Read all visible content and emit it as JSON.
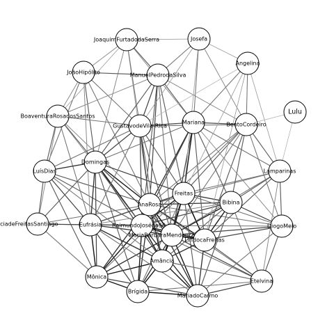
{
  "graph": {
    "colors": {
      "background": "#ffffff",
      "node_fill": "#ffffff",
      "node_stroke": "#000000",
      "edge_dark": "#000000",
      "edge_light": "#dddddd"
    },
    "nodes": [
      {
        "id": "joaquim",
        "label": "JoaquimFurtadodaSerra"
      },
      {
        "id": "josefa",
        "label": "Josefa"
      },
      {
        "id": "angelina",
        "label": "Angelina"
      },
      {
        "id": "joaohipolito",
        "label": "JoãoHipólito"
      },
      {
        "id": "manuel",
        "label": "ManuelPedrodaSilva"
      },
      {
        "id": "lulu",
        "label": "Lulu"
      },
      {
        "id": "boaventura",
        "label": "BoaventuraRosadosSantos"
      },
      {
        "id": "gustavo",
        "label": "GustavodeVila-Rica"
      },
      {
        "id": "mariana",
        "label": "Mariana"
      },
      {
        "id": "bento",
        "label": "BentoCordeiro"
      },
      {
        "id": "domingas",
        "label": "Domingas"
      },
      {
        "id": "luisdias",
        "label": "LuísDias"
      },
      {
        "id": "lamparinas",
        "label": "Lamparinas"
      },
      {
        "id": "freitas",
        "label": "Freitas"
      },
      {
        "id": "anarosa",
        "label": "AnaRosa"
      },
      {
        "id": "bibina",
        "label": "Bibina"
      },
      {
        "id": "dmaria",
        "label": "D.MariaVitóriaInocênciadeFreitasSantiago"
      },
      {
        "id": "eufrasia",
        "label": "Eufrásia"
      },
      {
        "id": "raimundo",
        "label": "RaimundoJosédaSilva"
      },
      {
        "id": "mariabarbara",
        "label": "MariaBárbaraMendonçadeMelo"
      },
      {
        "id": "diogo",
        "label": "DiogoMelo"
      },
      {
        "id": "lindoca",
        "label": "LindocaFreitas"
      },
      {
        "id": "amancia",
        "label": "Amância"
      },
      {
        "id": "monica",
        "label": "Mônica"
      },
      {
        "id": "etelvina",
        "label": "Etelvina"
      },
      {
        "id": "brigida",
        "label": "Brígida"
      },
      {
        "id": "mariadocarmo",
        "label": "MariadoCarmo"
      }
    ],
    "edges": [
      [
        "anarosa",
        "freitas",
        1.0
      ],
      [
        "anarosa",
        "raimundo",
        1.0
      ],
      [
        "anarosa",
        "mariabarbara",
        1.0
      ],
      [
        "anarosa",
        "lindoca",
        0.9
      ],
      [
        "anarosa",
        "bibina",
        0.8
      ],
      [
        "anarosa",
        "amancia",
        0.9
      ],
      [
        "anarosa",
        "eufrasia",
        0.8
      ],
      [
        "anarosa",
        "domingas",
        0.9
      ],
      [
        "anarosa",
        "monica",
        0.8
      ],
      [
        "anarosa",
        "brigida",
        0.8
      ],
      [
        "anarosa",
        "mariadocarmo",
        0.8
      ],
      [
        "anarosa",
        "mariana",
        0.8
      ],
      [
        "anarosa",
        "gustavo",
        0.8
      ],
      [
        "anarosa",
        "manuel",
        0.7
      ],
      [
        "anarosa",
        "bento",
        0.5
      ],
      [
        "anarosa",
        "luisdias",
        0.6
      ],
      [
        "anarosa",
        "diogo",
        0.5
      ],
      [
        "anarosa",
        "lamparinas",
        0.5
      ],
      [
        "anarosa",
        "dmaria",
        0.5
      ],
      [
        "anarosa",
        "etelvina",
        0.5
      ],
      [
        "anarosa",
        "boaventura",
        0.4
      ],
      [
        "anarosa",
        "joaohipolito",
        0.5
      ],
      [
        "anarosa",
        "joaquim",
        0.3
      ],
      [
        "freitas",
        "raimundo",
        0.9
      ],
      [
        "freitas",
        "mariabarbara",
        0.9
      ],
      [
        "freitas",
        "lindoca",
        1.0
      ],
      [
        "freitas",
        "bibina",
        0.8
      ],
      [
        "freitas",
        "amancia",
        0.8
      ],
      [
        "freitas",
        "mariana",
        0.9
      ],
      [
        "freitas",
        "gustavo",
        0.6
      ],
      [
        "freitas",
        "bento",
        0.6
      ],
      [
        "freitas",
        "domingas",
        0.7
      ],
      [
        "freitas",
        "diogo",
        0.5
      ],
      [
        "freitas",
        "lamparinas",
        0.5
      ],
      [
        "freitas",
        "mariadocarmo",
        0.6
      ],
      [
        "freitas",
        "brigida",
        0.5
      ],
      [
        "freitas",
        "monica",
        0.5
      ],
      [
        "freitas",
        "eufrasia",
        0.6
      ],
      [
        "freitas",
        "manuel",
        0.6
      ],
      [
        "raimundo",
        "mariabarbara",
        1.0
      ],
      [
        "raimundo",
        "lindoca",
        0.9
      ],
      [
        "raimundo",
        "amancia",
        0.9
      ],
      [
        "raimundo",
        "eufrasia",
        0.9
      ],
      [
        "raimundo",
        "domingas",
        0.9
      ],
      [
        "raimundo",
        "monica",
        0.9
      ],
      [
        "raimundo",
        "brigida",
        0.9
      ],
      [
        "raimundo",
        "mariadocarmo",
        0.8
      ],
      [
        "raimundo",
        "bibina",
        0.7
      ],
      [
        "raimundo",
        "gustavo",
        0.7
      ],
      [
        "raimundo",
        "mariana",
        0.7
      ],
      [
        "raimundo",
        "manuel",
        0.6
      ],
      [
        "raimundo",
        "luisdias",
        0.6
      ],
      [
        "raimundo",
        "dmaria",
        0.5
      ],
      [
        "raimundo",
        "diogo",
        0.5
      ],
      [
        "raimundo",
        "etelvina",
        0.5
      ],
      [
        "raimundo",
        "bento",
        0.5
      ],
      [
        "raimundo",
        "boaventura",
        0.4
      ],
      [
        "mariabarbara",
        "lindoca",
        1.0
      ],
      [
        "mariabarbara",
        "amancia",
        0.9
      ],
      [
        "mariabarbara",
        "bibina",
        0.9
      ],
      [
        "mariabarbara",
        "mariadocarmo",
        0.9
      ],
      [
        "mariabarbara",
        "brigida",
        0.8
      ],
      [
        "mariabarbara",
        "monica",
        0.8
      ],
      [
        "mariabarbara",
        "eufrasia",
        0.8
      ],
      [
        "mariabarbara",
        "etelvina",
        0.7
      ],
      [
        "mariabarbara",
        "diogo",
        0.7
      ],
      [
        "mariabarbara",
        "mariana",
        0.7
      ],
      [
        "mariabarbara",
        "domingas",
        0.7
      ],
      [
        "mariabarbara",
        "gustavo",
        0.6
      ],
      [
        "mariabarbara",
        "bento",
        0.5
      ],
      [
        "mariabarbara",
        "lamparinas",
        0.5
      ],
      [
        "mariabarbara",
        "manuel",
        0.5
      ],
      [
        "lindoca",
        "bibina",
        0.9
      ],
      [
        "lindoca",
        "amancia",
        0.8
      ],
      [
        "lindoca",
        "mariadocarmo",
        0.8
      ],
      [
        "lindoca",
        "diogo",
        0.7
      ],
      [
        "lindoca",
        "etelvina",
        0.6
      ],
      [
        "lindoca",
        "lamparinas",
        0.6
      ],
      [
        "lindoca",
        "bento",
        0.6
      ],
      [
        "lindoca",
        "mariana",
        0.6
      ],
      [
        "bibina",
        "diogo",
        0.7
      ],
      [
        "bibina",
        "lamparinas",
        0.6
      ],
      [
        "bibina",
        "bento",
        0.6
      ],
      [
        "bibina",
        "mariana",
        0.6
      ],
      [
        "bibina",
        "amancia",
        0.6
      ],
      [
        "bibina",
        "mariadocarmo",
        0.6
      ],
      [
        "bibina",
        "etelvina",
        0.5
      ],
      [
        "bibina",
        "eufrasia",
        0.4
      ],
      [
        "amancia",
        "monica",
        0.9
      ],
      [
        "amancia",
        "brigida",
        0.9
      ],
      [
        "amancia",
        "mariadocarmo",
        0.9
      ],
      [
        "amancia",
        "eufrasia",
        0.8
      ],
      [
        "amancia",
        "etelvina",
        0.6
      ],
      [
        "amancia",
        "domingas",
        0.7
      ],
      [
        "amancia",
        "luisdias",
        0.5
      ],
      [
        "amancia",
        "gustavo",
        0.5
      ],
      [
        "monica",
        "brigida",
        0.9
      ],
      [
        "monica",
        "eufrasia",
        0.9
      ],
      [
        "monica",
        "mariadocarmo",
        0.7
      ],
      [
        "monica",
        "domingas",
        0.7
      ],
      [
        "monica",
        "luisdias",
        0.6
      ],
      [
        "monica",
        "dmaria",
        0.6
      ],
      [
        "brigida",
        "mariadocarmo",
        0.9
      ],
      [
        "brigida",
        "eufrasia",
        0.7
      ],
      [
        "brigida",
        "domingas",
        0.6
      ],
      [
        "brigida",
        "etelvina",
        0.5
      ],
      [
        "mariadocarmo",
        "etelvina",
        0.7
      ],
      [
        "mariadocarmo",
        "diogo",
        0.5
      ],
      [
        "mariadocarmo",
        "eufrasia",
        0.5
      ],
      [
        "eufrasia",
        "domingas",
        0.8
      ],
      [
        "eufrasia",
        "luisdias",
        0.7
      ],
      [
        "eufrasia",
        "dmaria",
        0.7
      ],
      [
        "eufrasia",
        "boaventura",
        0.5
      ],
      [
        "eufrasia",
        "gustavo",
        0.5
      ],
      [
        "eufrasia",
        "joaohipolito",
        0.4
      ],
      [
        "domingas",
        "luisdias",
        0.8
      ],
      [
        "domingas",
        "gustavo",
        0.7
      ],
      [
        "domingas",
        "manuel",
        0.6
      ],
      [
        "domingas",
        "boaventura",
        0.6
      ],
      [
        "domingas",
        "joaohipolito",
        0.6
      ],
      [
        "domingas",
        "dmaria",
        0.6
      ],
      [
        "domingas",
        "mariana",
        0.5
      ],
      [
        "domingas",
        "joaquim",
        0.4
      ],
      [
        "luisdias",
        "dmaria",
        0.6
      ],
      [
        "luisdias",
        "boaventura",
        0.6
      ],
      [
        "luisdias",
        "joaohipolito",
        0.5
      ],
      [
        "luisdias",
        "gustavo",
        0.5
      ],
      [
        "gustavo",
        "manuel",
        0.7
      ],
      [
        "gustavo",
        "mariana",
        0.7
      ],
      [
        "gustavo",
        "bento",
        0.5
      ],
      [
        "gustavo",
        "joaohipolito",
        0.5
      ],
      [
        "gustavo",
        "boaventura",
        0.5
      ],
      [
        "gustavo",
        "joaquim",
        0.5
      ],
      [
        "manuel",
        "mariana",
        0.6
      ],
      [
        "manuel",
        "joaquim",
        0.6
      ],
      [
        "manuel",
        "joaohipolito",
        0.6
      ],
      [
        "manuel",
        "josefa",
        0.5
      ],
      [
        "manuel",
        "boaventura",
        0.4
      ],
      [
        "manuel",
        "bento",
        0.4
      ],
      [
        "mariana",
        "bento",
        0.7
      ],
      [
        "mariana",
        "josefa",
        0.5
      ],
      [
        "mariana",
        "angelina",
        0.5
      ],
      [
        "mariana",
        "lamparinas",
        0.5
      ],
      [
        "mariana",
        "joaquim",
        0.4
      ],
      [
        "mariana",
        "diogo",
        0.4
      ],
      [
        "bento",
        "lamparinas",
        0.6
      ],
      [
        "bento",
        "diogo",
        0.5
      ],
      [
        "bento",
        "angelina",
        0.5
      ],
      [
        "bento",
        "josefa",
        0.4
      ],
      [
        "lamparinas",
        "diogo",
        0.6
      ],
      [
        "lamparinas",
        "etelvina",
        0.4
      ],
      [
        "lamparinas",
        "angelina",
        0.3
      ],
      [
        "diogo",
        "etelvina",
        0.6
      ],
      [
        "joaquim",
        "josefa",
        0.3
      ],
      [
        "joaquim",
        "joaohipolito",
        0.4
      ],
      [
        "joaquim",
        "boaventura",
        0.3
      ],
      [
        "josefa",
        "angelina",
        0.3
      ],
      [
        "josefa",
        "gustavo",
        0.3
      ],
      [
        "josefa",
        "freitas",
        0.3
      ],
      [
        "angelina",
        "freitas",
        0.3
      ],
      [
        "angelina",
        "gustavo",
        0.2
      ],
      [
        "angelina",
        "lindoca",
        0.3
      ],
      [
        "joaohipolito",
        "boaventura",
        0.4
      ],
      [
        "dmaria",
        "boaventura",
        0.4
      ],
      [
        "dmaria",
        "monica",
        0.4
      ],
      [
        "etelvina",
        "amancia",
        0.5
      ],
      [
        "lulu",
        "bento",
        0.2
      ],
      [
        "lulu",
        "lamparinas",
        0.2
      ]
    ]
  }
}
